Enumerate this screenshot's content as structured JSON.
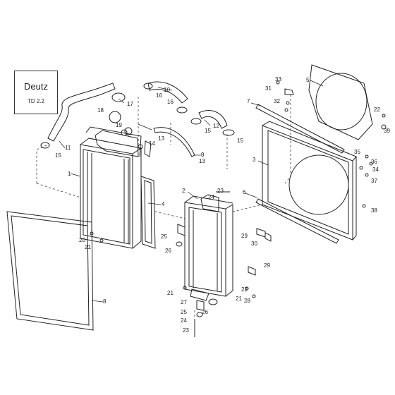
{
  "title_block": {
    "manufacturer": "Deutz",
    "model": "TD 2.2"
  },
  "callouts": {
    "c1": "1",
    "c2": "2",
    "c3": "3",
    "c4": "4",
    "c5": "5",
    "c6": "6",
    "c7": "7",
    "c8": "8",
    "c9": "9",
    "c10": "10",
    "c11": "11",
    "c12": "12",
    "c13a": "13",
    "c13b": "13",
    "c14": "14",
    "c15a": "15",
    "c15b": "15",
    "c15c": "15",
    "c16a": "16",
    "c16b": "16",
    "c17": "17",
    "c18": "18",
    "c19": "19",
    "c20": "20",
    "c21a": "21",
    "c21b": "21",
    "c21c": "21",
    "c22a": "22",
    "c22b": "22",
    "c23a": "23",
    "c23b": "23",
    "c24a": "24",
    "c24b": "24",
    "c25a": "25",
    "c25b": "25",
    "c26a": "26",
    "c26b": "26",
    "c27": "27",
    "c28": "28",
    "c29a": "29",
    "c29b": "29",
    "c30": "30",
    "c31": "31",
    "c32": "32",
    "c33": "33",
    "c34": "34",
    "c35": "35",
    "c36": "36",
    "c37": "37",
    "c38": "38",
    "c39": "39"
  }
}
